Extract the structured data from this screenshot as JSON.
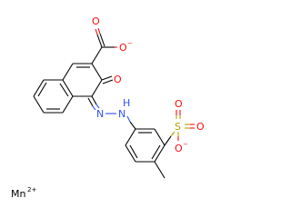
{
  "molecule": {
    "atoms": {
      "carboxylate_O_double": "O",
      "carboxylate_O_single": "O",
      "carboxylate_O_charge": "−",
      "keto_O": "O",
      "azo_N1": "N",
      "azo_N2": "N",
      "azo_N2_H": "H",
      "sulfur": "S",
      "sulfonate_O_top": "O",
      "sulfonate_O_right": "O",
      "sulfonate_O_bottom": "O",
      "sulfonate_O_charge": "−"
    },
    "counter_ion": {
      "symbol": "Mn",
      "charge": "2+"
    }
  },
  "colors": {
    "oxygen": "#ff0d0d",
    "nitrogen": "#3050f8",
    "sulfur": "#b2a200",
    "bond": "#000000"
  }
}
